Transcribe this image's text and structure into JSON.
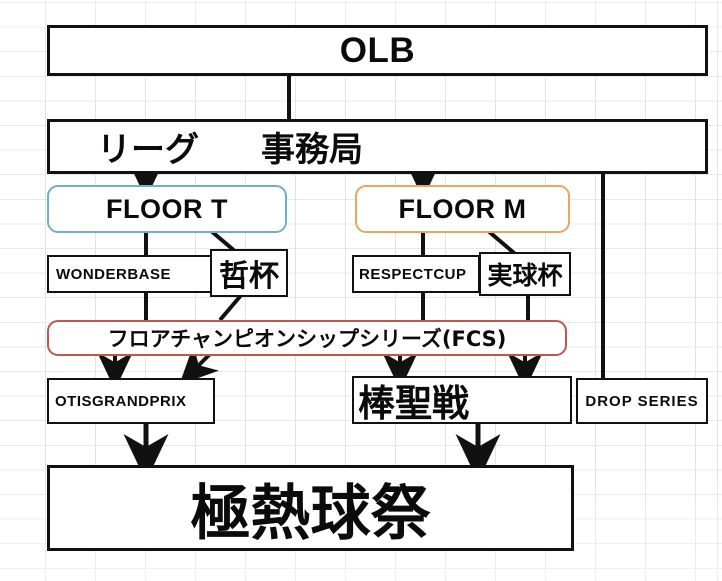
{
  "diagram": {
    "title": "OLB organization / tournament flow chart",
    "background": "spreadsheet-grid",
    "colors": {
      "line": "#111111",
      "floor_t_border": "#6FAFC9",
      "floor_m_border": "#E9A661",
      "fcs_border": "#BF5650",
      "grid": "#e3e3e6",
      "text": "#0b0b0b"
    },
    "nodes": {
      "olb": "OLB",
      "league": "リーグ",
      "office": "事務局",
      "floor_t": "FLOOR T",
      "floor_m": "FLOOR M",
      "wonderbase": "WONDERBASE",
      "tetsu_hai": "哲杯",
      "respectcup": "RESPECTCUP",
      "jikkyu_hai": "実球杯",
      "fcs": "フロアチャンピオンシップシリーズ(FCS)",
      "otisgrandprix": "OTISGRANDPRIX",
      "bouseisen": "棒聖戦",
      "drop_series": "DROP SERIES",
      "gokunetsu": "極熱球祭"
    }
  }
}
